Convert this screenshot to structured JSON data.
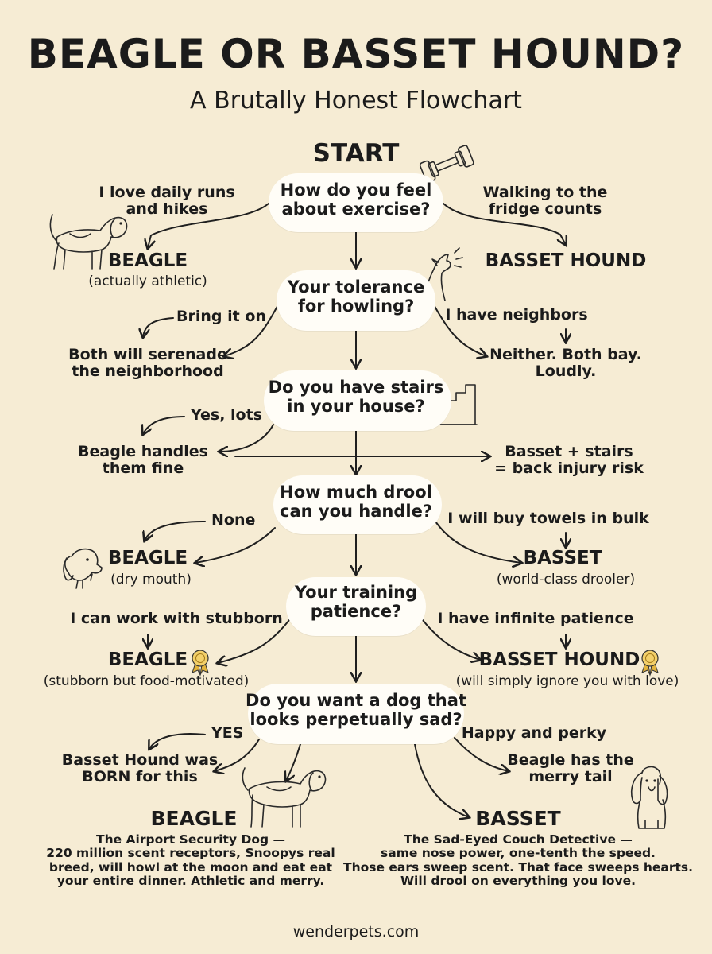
{
  "title": "BEAGLE OR BASSET HOUND?",
  "subtitle": "A Brutally Honest Flowchart",
  "start": "START",
  "questions": [
    "How do you feel\nabout exercise?",
    "Your tolerance\nfor howling?",
    "Do you have stairs\nin your house?",
    "How much drool\ncan you handle?",
    "Your training\npatience?",
    "Do you want a dog that\nlooks perpetually sad?"
  ],
  "answers": {
    "q1_left": "I love daily runs\nand hikes",
    "q1_right": "Walking to the\nfridge counts",
    "q2_left": "Bring it on",
    "q2_right": "I have neighbors",
    "q3_left": "Yes, lots",
    "q4_left": "None",
    "q4_right": "I will buy towels in bulk",
    "q5_left": "I can work with stubborn",
    "q5_right": "I have infinite patience",
    "q6_left": "YES",
    "q6_right": "Happy and perky"
  },
  "results": {
    "r1_left_title": "BEAGLE",
    "r1_left_note": "(actually athletic)",
    "r1_right_title": "BASSET HOUND",
    "r2_left": "Both will serenade\nthe neighborhood",
    "r2_right": "Neither. Both bay.\nLoudly.",
    "r3_left": "Beagle handles\nthem fine",
    "r3_right": "Basset + stairs\n= back injury risk",
    "r4_left_title": "BEAGLE",
    "r4_left_note": "(dry mouth)",
    "r4_right_title": "BASSET",
    "r4_right_note": "(world-class drooler)",
    "r5_left_title": "BEAGLE",
    "r5_left_note": "(stubborn but food-motivated)",
    "r5_right_title": "BASSET HOUND",
    "r5_right_note": "(will simply ignore you with love)",
    "r6_left": "Basset Hound was\nBORN for this",
    "r6_right": "Beagle has the\nmerry tail"
  },
  "final": {
    "beagle_title": "BEAGLE",
    "beagle_desc": "The Airport Security Dog —\n220 million scent receptors, Snoopys real\nbreed, will howl at the moon and eat eat\nyour entire dinner. Athletic and merry.",
    "basset_title": "BASSET",
    "basset_desc": "The Sad-Eyed Couch Detective —\nsame nose power, one-tenth the speed.\nThose ears sweep scent. That face sweeps hearts.\nWill drool on everything you love."
  },
  "website": "wenderpets.com",
  "icons": [
    "beagle-icon",
    "dumbbell-icon",
    "howling-dog-icon",
    "stairs-icon",
    "dog-head-icon",
    "award-ribbon-icon",
    "beagle-icon",
    "basset-hound-icon"
  ],
  "colors": {
    "background": "#f6ecd4",
    "bubble": "#fffdf7",
    "ink": "#1b1b1b",
    "ribbon": "#e3b43c"
  }
}
